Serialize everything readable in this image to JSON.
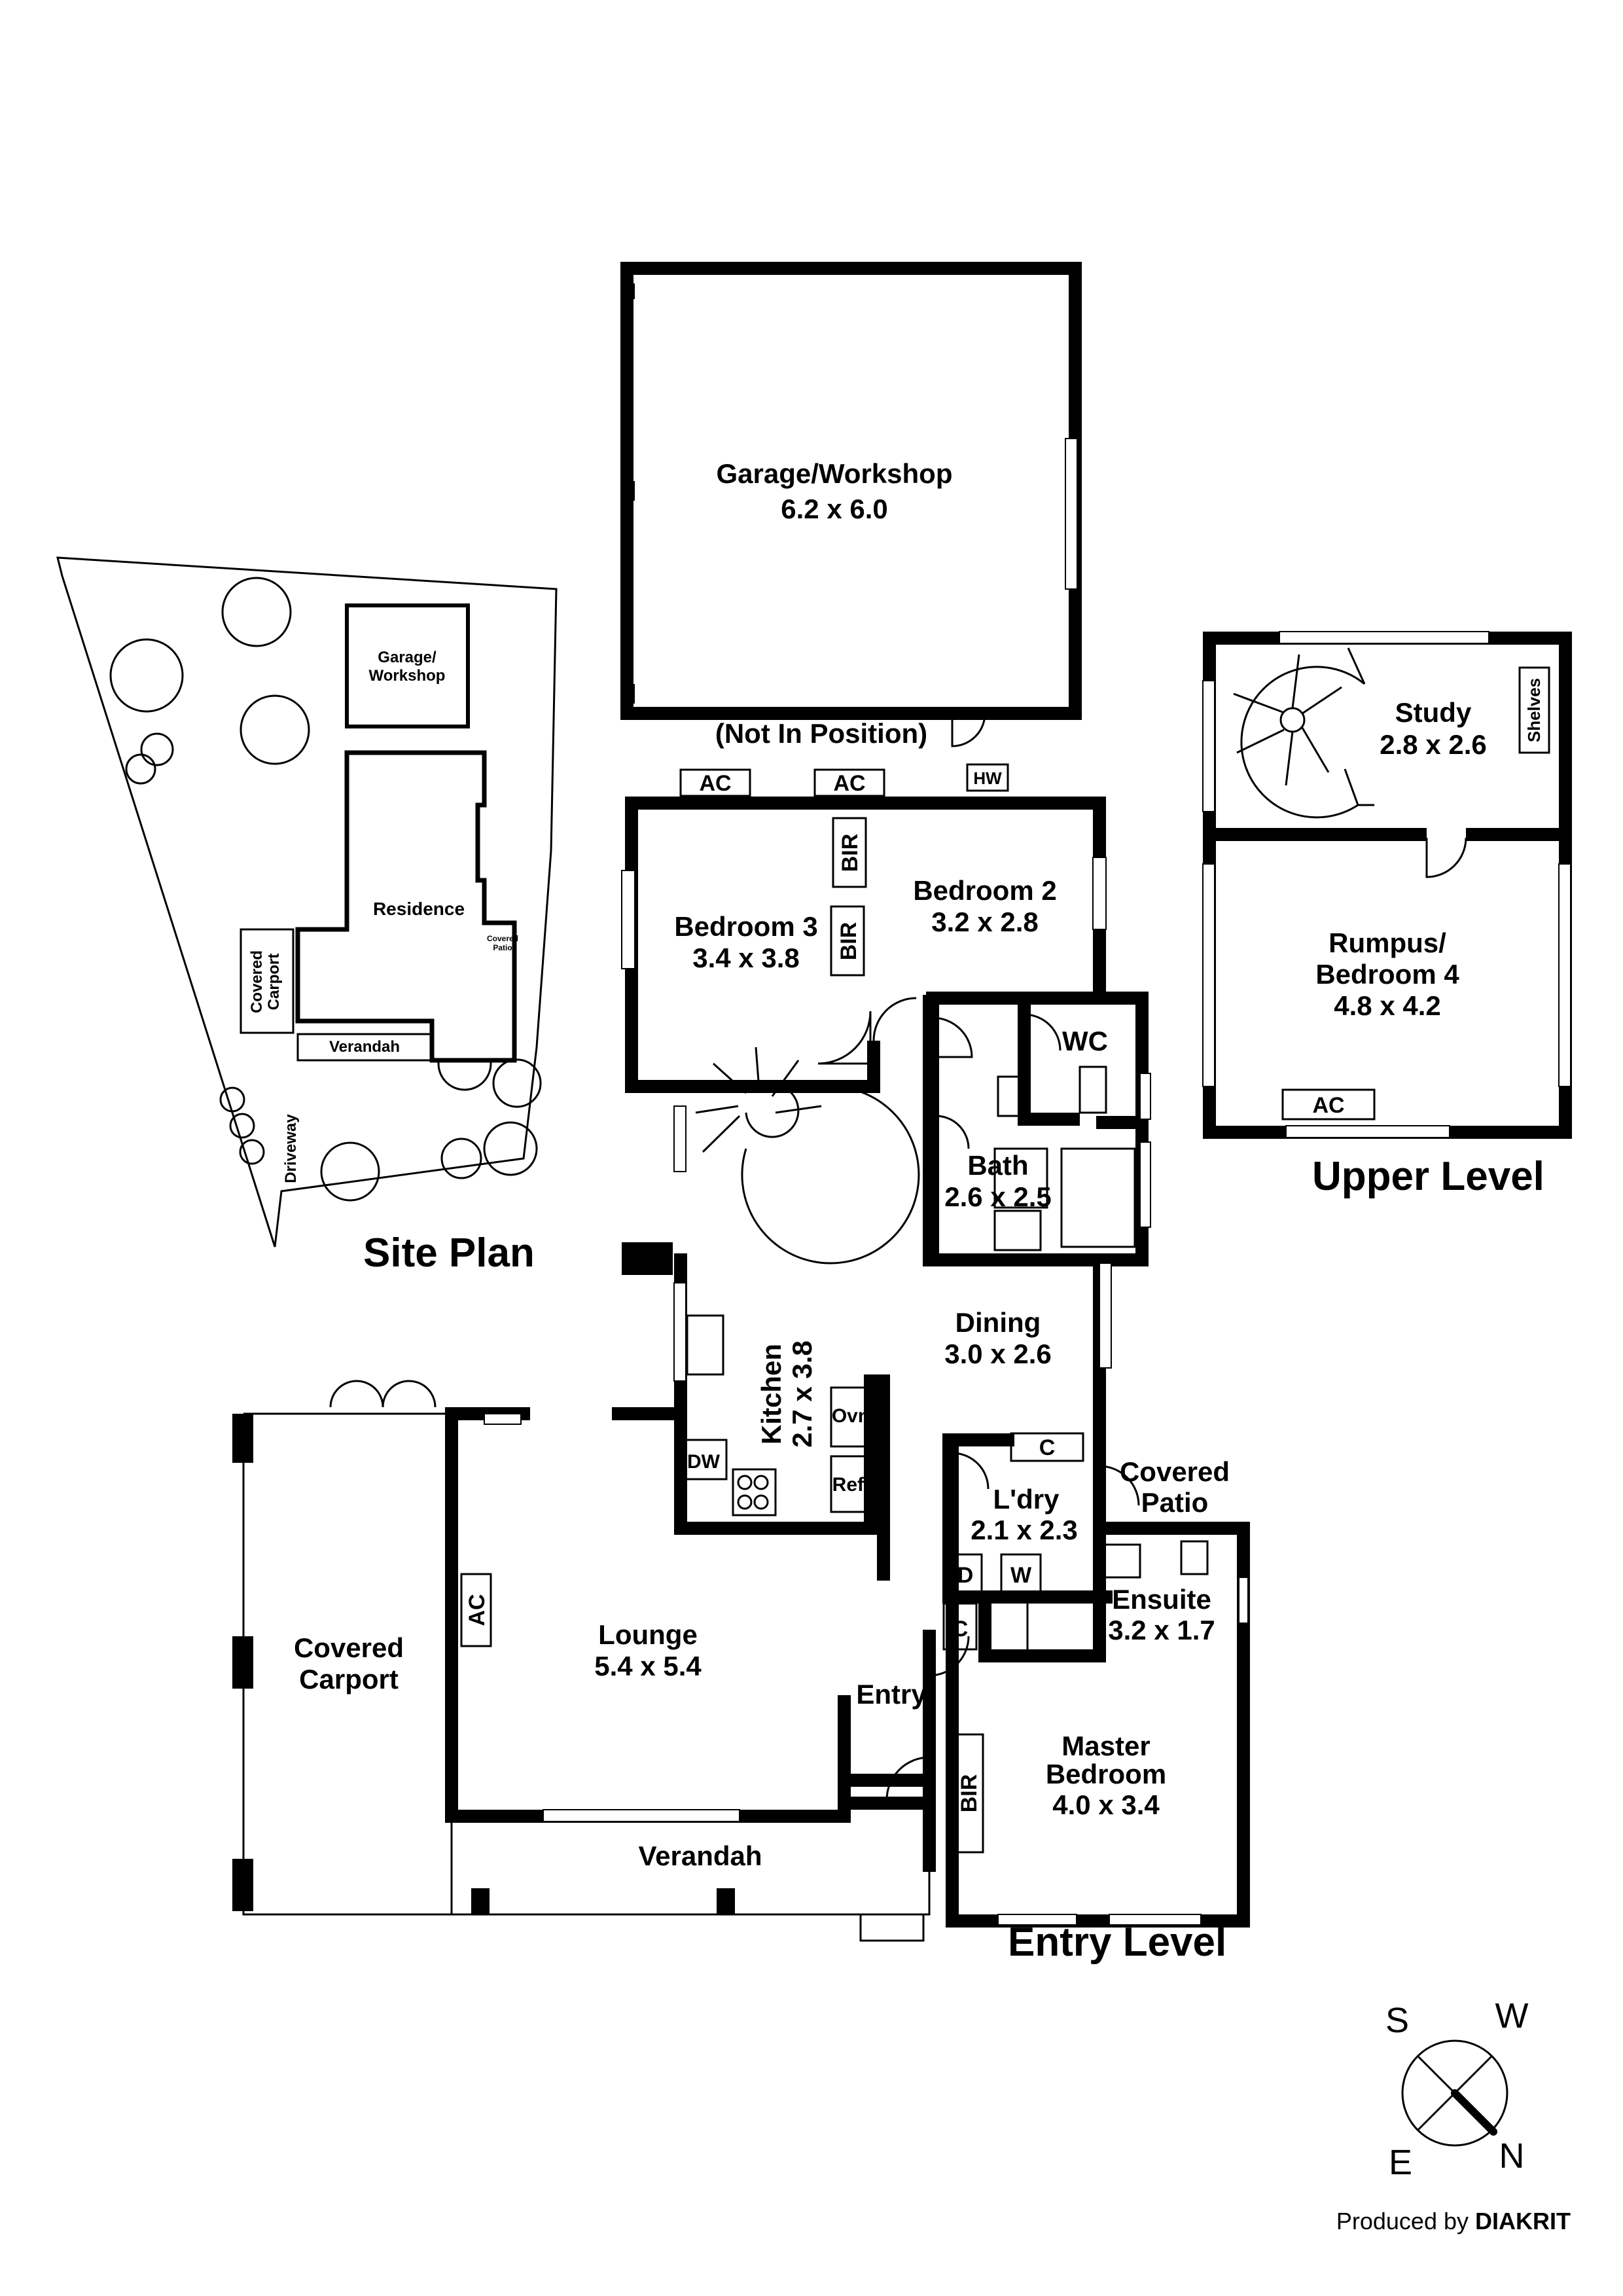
{
  "site_plan": {
    "title": "Site Plan",
    "labels": {
      "garage": [
        "Garage/",
        "Workshop"
      ],
      "residence": "Residence",
      "covered_carport": [
        "Covered",
        "Carport"
      ],
      "verandah": "Verandah",
      "driveway": "Driveway",
      "covered_patio": [
        "Covered",
        "Patio"
      ]
    }
  },
  "garage": {
    "name": "Garage/Workshop",
    "size": "6.2 x 6.0",
    "note": "(Not In Position)"
  },
  "fixtures": {
    "ac": "AC",
    "hw": "HW",
    "bir": "BIR",
    "c": "C",
    "dw": "DW",
    "oven": "Ovn",
    "fridge": "Ref.",
    "dryer": "D",
    "washer": "W",
    "shelves": "Shelves"
  },
  "entry_level": {
    "title": "Entry Level",
    "rooms": {
      "bedroom3": {
        "name": "Bedroom 3",
        "size": "3.4 x 3.8"
      },
      "bedroom2": {
        "name": "Bedroom 2",
        "size": "3.2 x 2.8"
      },
      "wc": {
        "name": "WC"
      },
      "bath": {
        "name": "Bath",
        "size": "2.6 x 2.5"
      },
      "dining": {
        "name": "Dining",
        "size": "3.0 x 2.6"
      },
      "kitchen": {
        "name": "Kitchen",
        "size": "2.7 x 3.8"
      },
      "covered_patio": {
        "name": [
          "Covered",
          "Patio"
        ]
      },
      "laundry": {
        "name": "L'dry",
        "size": "2.1 x 2.3"
      },
      "ensuite": {
        "name": "Ensuite",
        "size": "3.2 x 1.7"
      },
      "lounge": {
        "name": "Lounge",
        "size": "5.4 x 5.4"
      },
      "entry": {
        "name": "Entry"
      },
      "covered_carport": {
        "name": [
          "Covered",
          "Carport"
        ]
      },
      "master": {
        "name": [
          "Master",
          "Bedroom"
        ],
        "size": "4.0 x 3.4"
      },
      "verandah": {
        "name": "Verandah"
      }
    }
  },
  "upper_level": {
    "title": "Upper Level",
    "rooms": {
      "study": {
        "name": "Study",
        "size": "2.8 x 2.6"
      },
      "rumpus": {
        "name": [
          "Rumpus/",
          "Bedroom 4"
        ],
        "size": "4.8 x 4.2"
      }
    }
  },
  "compass": {
    "s": "S",
    "w": "W",
    "e": "E",
    "n": "N"
  },
  "credit": {
    "prefix": "Produced by ",
    "brand": "DIAKRIT"
  }
}
